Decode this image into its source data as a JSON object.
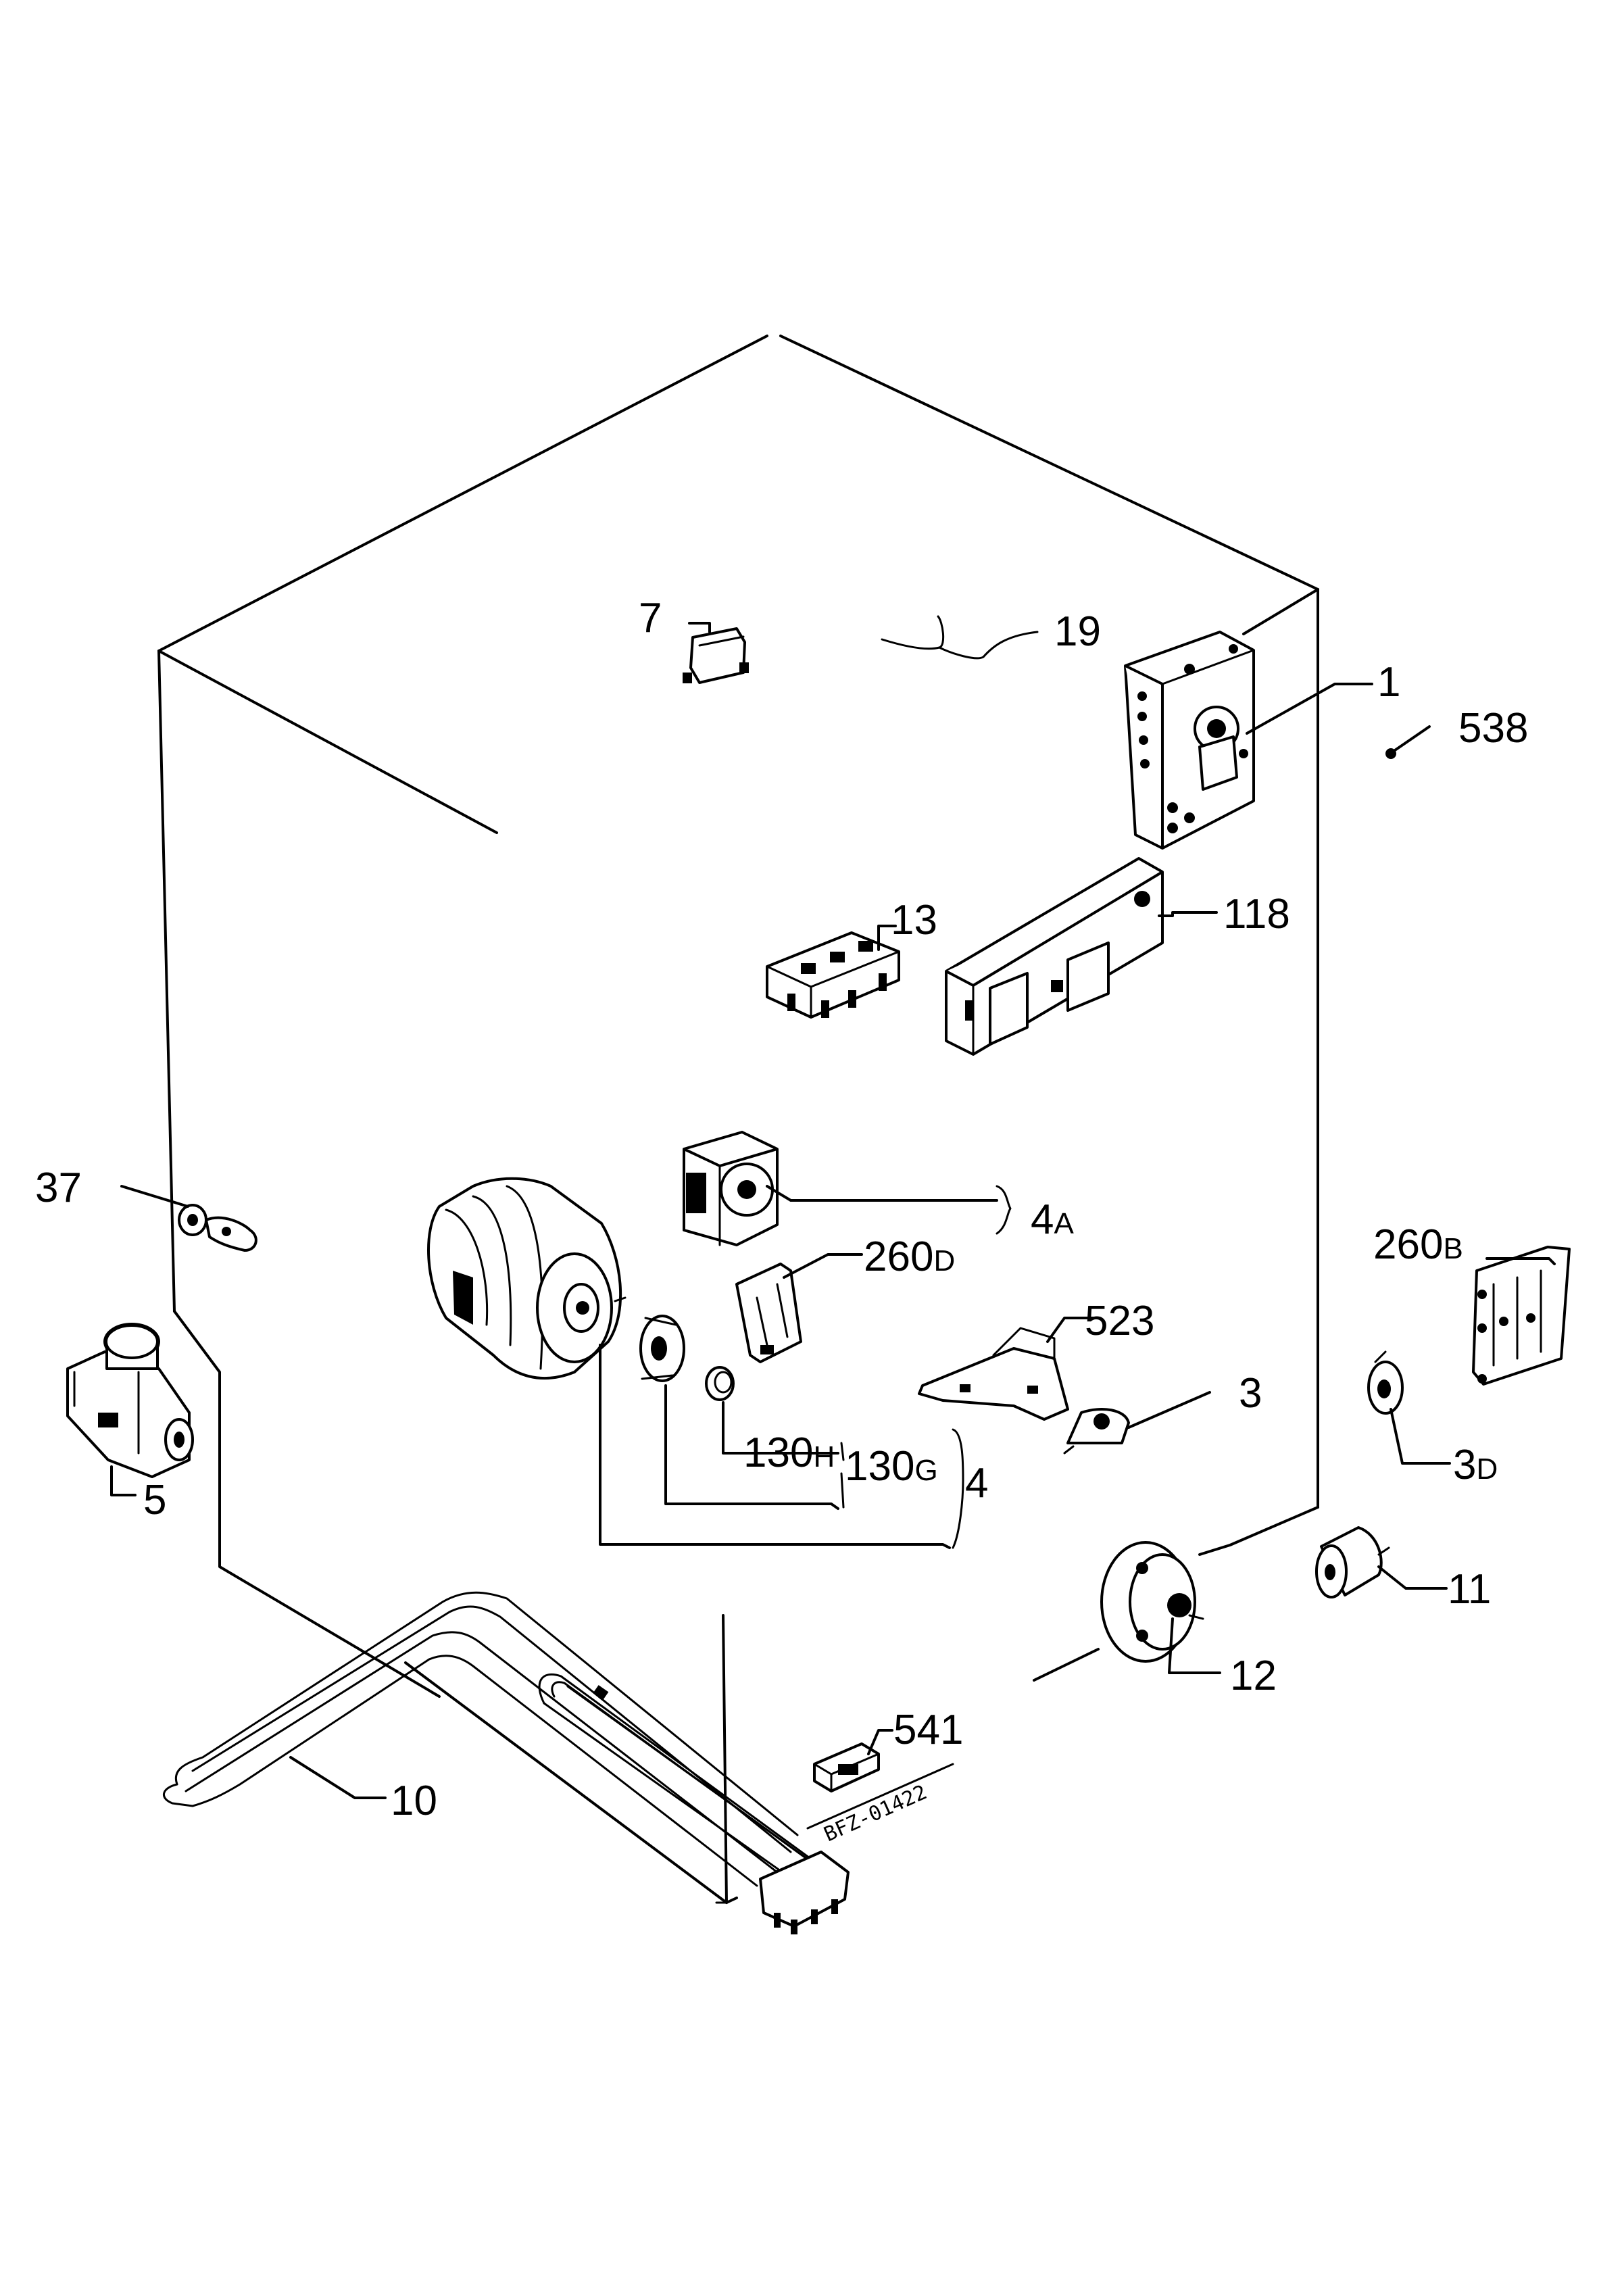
{
  "drawing_code": "BFZ-01422",
  "labels": {
    "p7": "7",
    "p19": "19",
    "p1": "1",
    "p538": "538",
    "p13": "13",
    "p118": "118",
    "p37": "37",
    "p4a": "4",
    "p4a_suffix": "A",
    "p260d": "260",
    "p260d_suffix": "D",
    "p260b": "260",
    "p260b_suffix": "B",
    "p523": "523",
    "p3": "3",
    "p3d": "3",
    "p3d_suffix": "D",
    "p5": "5",
    "p130h": "130",
    "p130h_suffix": "H",
    "p130g": "130",
    "p130g_suffix": "G",
    "p4": "4",
    "p11": "11",
    "p12": "12",
    "p541": "541",
    "p10": "10"
  }
}
